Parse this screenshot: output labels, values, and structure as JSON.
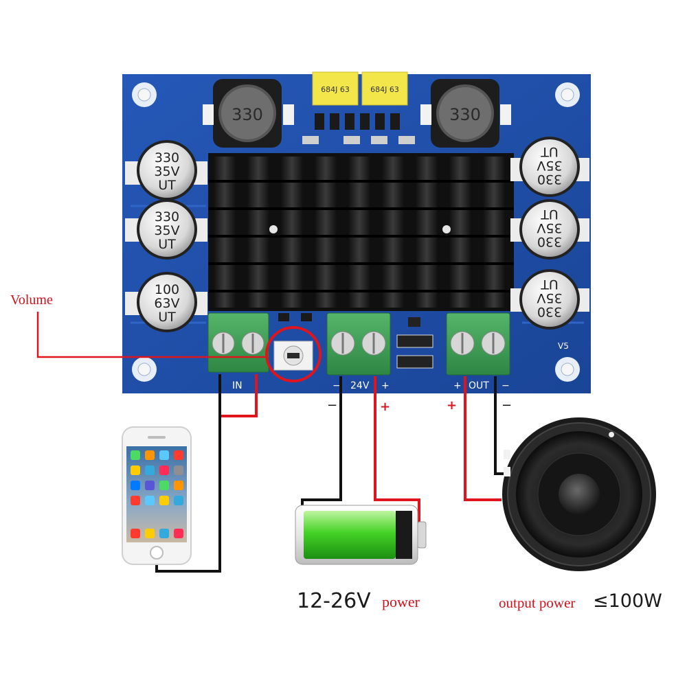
{
  "labels": {
    "volume": "Volume",
    "voltage_range": "12-26V",
    "power_word": "power",
    "output_power": "output power",
    "output_max": "≤100W"
  },
  "board": {
    "capacitors_left": [
      {
        "value": "330",
        "voltage": "35V",
        "brand": "UT"
      },
      {
        "value": "330",
        "voltage": "35V",
        "brand": "UT"
      },
      {
        "value": "100",
        "voltage": "63V",
        "brand": "UT"
      }
    ],
    "capacitors_right": [
      {
        "value": "330",
        "voltage": "35V",
        "brand": "UT"
      },
      {
        "value": "330",
        "voltage": "35V",
        "brand": "UT"
      },
      {
        "value": "330",
        "voltage": "35V",
        "brand": "UT"
      }
    ],
    "inductors": [
      "330",
      "330"
    ],
    "film_caps": [
      "684J 63",
      "684J 63"
    ],
    "terminals": {
      "input": "IN",
      "power": "24V",
      "output": "OUT"
    },
    "polarity": {
      "minus": "−",
      "plus": "+"
    },
    "silk_v5": "V5"
  },
  "colors": {
    "board": "#1f4fa8",
    "board_dark": "#163b82",
    "heatsink": "#1b1b1b",
    "terminal": "#3f9e57",
    "label_red": "#d0121b",
    "wire_red": "#e0141c",
    "wire_black": "#111111",
    "battery_green": "#35c21f"
  },
  "icons": [
    "smartphone-icon",
    "battery-icon",
    "speaker-icon",
    "potentiometer-icon"
  ]
}
